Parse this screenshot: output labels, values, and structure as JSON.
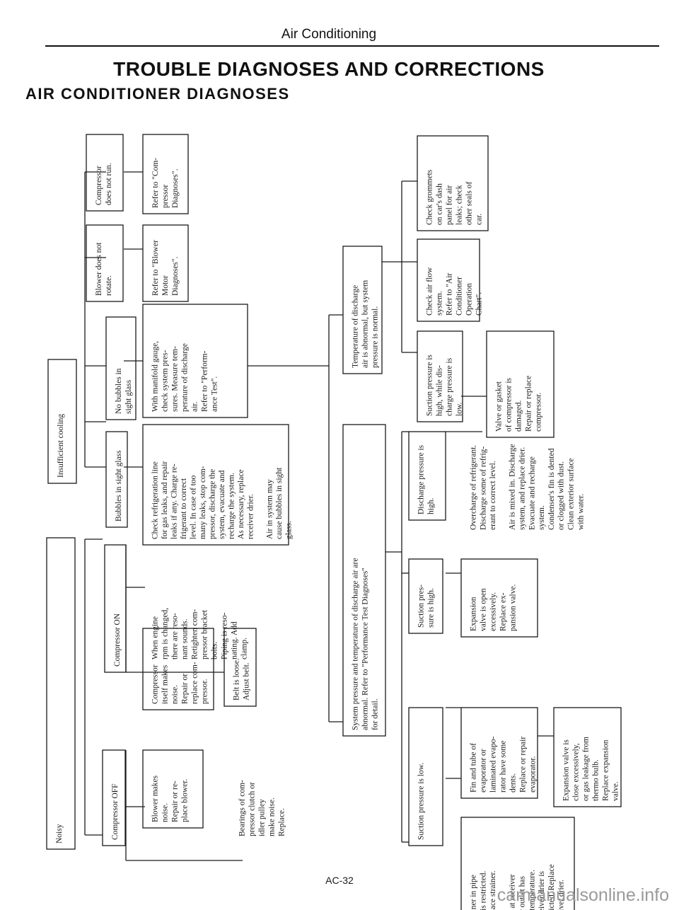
{
  "header": {
    "section": "Air Conditioning",
    "title": "TROUBLE DIAGNOSES AND CORRECTIONS",
    "subtitle": "AIR CONDITIONER DIAGNOSES"
  },
  "nodes": {
    "insufficient": [
      "Insufficient cooling"
    ],
    "noisy": [
      "Noisy"
    ],
    "compressor_not_run": [
      "Compressor",
      "does not run."
    ],
    "blower_not_rotate": [
      "Blower does not",
      "rotate."
    ],
    "no_bubbles": [
      "No bubbles in",
      "sight glass"
    ],
    "bubbles": [
      "Bubbles in sight glass"
    ],
    "compressor_on": [
      "Compressor ON"
    ],
    "compressor_off": [
      "Compressor OFF"
    ],
    "refer_compressor": [
      "Refer to \"Com-",
      "pressor",
      "Diagnoses\"."
    ],
    "refer_blower": [
      "Refer to \"Blower",
      "Motor",
      "Diagnoses\"."
    ],
    "manifold_gauge": [
      "With manifold gauge,",
      "check system pres-",
      "sures. Measure tem-",
      "perature of discharge",
      "air.",
      "Refer to \"Perform-",
      "ance Test\"."
    ],
    "check_refrigeration": [
      "Check refrigeration line",
      "for gas leaks, and repair",
      "leaks if any. Charge re-",
      "frigerant to correct",
      "level. In case of too",
      "many leaks, stop com-",
      "pressor, discharge the",
      "system, evacuate and",
      "recharge the system.",
      "As necessary, replace",
      "receiver drier.",
      "",
      "Air in system may",
      "cause bubbles in sight",
      "glass."
    ],
    "engine_rpm": [
      "When engine",
      "rpm is changed,",
      "there are reso-",
      "nant sounds.",
      "Retighten com-",
      "pressor bracket",
      "bolts.",
      "Piping is reso-",
      "nating. Add",
      "clamp."
    ],
    "compressor_noise": [
      "Compressor",
      "itself makes",
      "noise.",
      "Repair or",
      "replace com-",
      "pressor."
    ],
    "belt_loose": [
      "Belt is loose.",
      "Adjust belt."
    ],
    "blower_noise": [
      "Blower makes",
      "noise.",
      "Repair or re-",
      "place blower."
    ],
    "bearings": [
      "Bearings of com-",
      "pressor clutch or",
      "idler pulley",
      "make noise.",
      "Replace."
    ],
    "temp_abnormal": [
      "Temperature of discharge",
      "air is abnormal, but system",
      "pressure is normal."
    ],
    "system_pressure": [
      "System pressure and temperature of discharge air are",
      "abnormal. Refer to \"Performance Test Diagnoses\"",
      "for detail."
    ],
    "check_grommets": [
      "Check grommets",
      "on car's dash",
      "panel for air",
      "leaks; check",
      "other seals of",
      "car."
    ],
    "check_air_flow": [
      "Check air flow",
      "system.",
      "Refer to \"Air",
      "Conditioner",
      "Operation",
      "Chart\"."
    ],
    "suction_high_discharge_low": [
      "Suction pressure is",
      "high, while dis-",
      "charge pressure is",
      "low."
    ],
    "valve_gasket": [
      "Valve or gasket",
      "of compressor is",
      "damaged.",
      "Repair or replace",
      "compressor."
    ],
    "discharge_high": [
      "Discharge pressure is",
      "high."
    ],
    "overcharge": [
      "Overcharge of refrigerant.",
      "Discharge some of refrig-",
      "erant to correct level.",
      "",
      "Air is mixed in. Discharge",
      "system, and replace drier.",
      "Evacuate and recharge",
      "system.",
      "Condenser's fin is dented",
      "or clogged with dust.",
      "Clean exterior surface",
      "with water."
    ],
    "suction_high": [
      "Suction pres-",
      "sure is high."
    ],
    "expansion_open": [
      "Expansion",
      "valve is open",
      "excessively.",
      "Replace ex-",
      "pansion valve."
    ],
    "suction_low": [
      "Suction pressure is low."
    ],
    "fin_tube": [
      "Fin and tube of",
      "evaporator or",
      "laminated evapo-",
      "rator have some",
      "dents.",
      "Replace or repair",
      "evaporator."
    ],
    "expansion_close": [
      "Expansion valve is",
      "close excessively,",
      "or gas leakage from",
      "thermo bulb.",
      "Replace expansion",
      "valve."
    ],
    "strainer": [
      "Strainer in pipe",
      "line is restricted.",
      "Replace strainer.",
      "",
      "Pipe at receiver",
      "drier outlet has",
      "low temperature.",
      "Receiver drier is",
      "restricted. Replace",
      "receiver drier."
    ]
  },
  "footer": {
    "page": "AC-32",
    "watermark": "carmanualsonline.info"
  }
}
